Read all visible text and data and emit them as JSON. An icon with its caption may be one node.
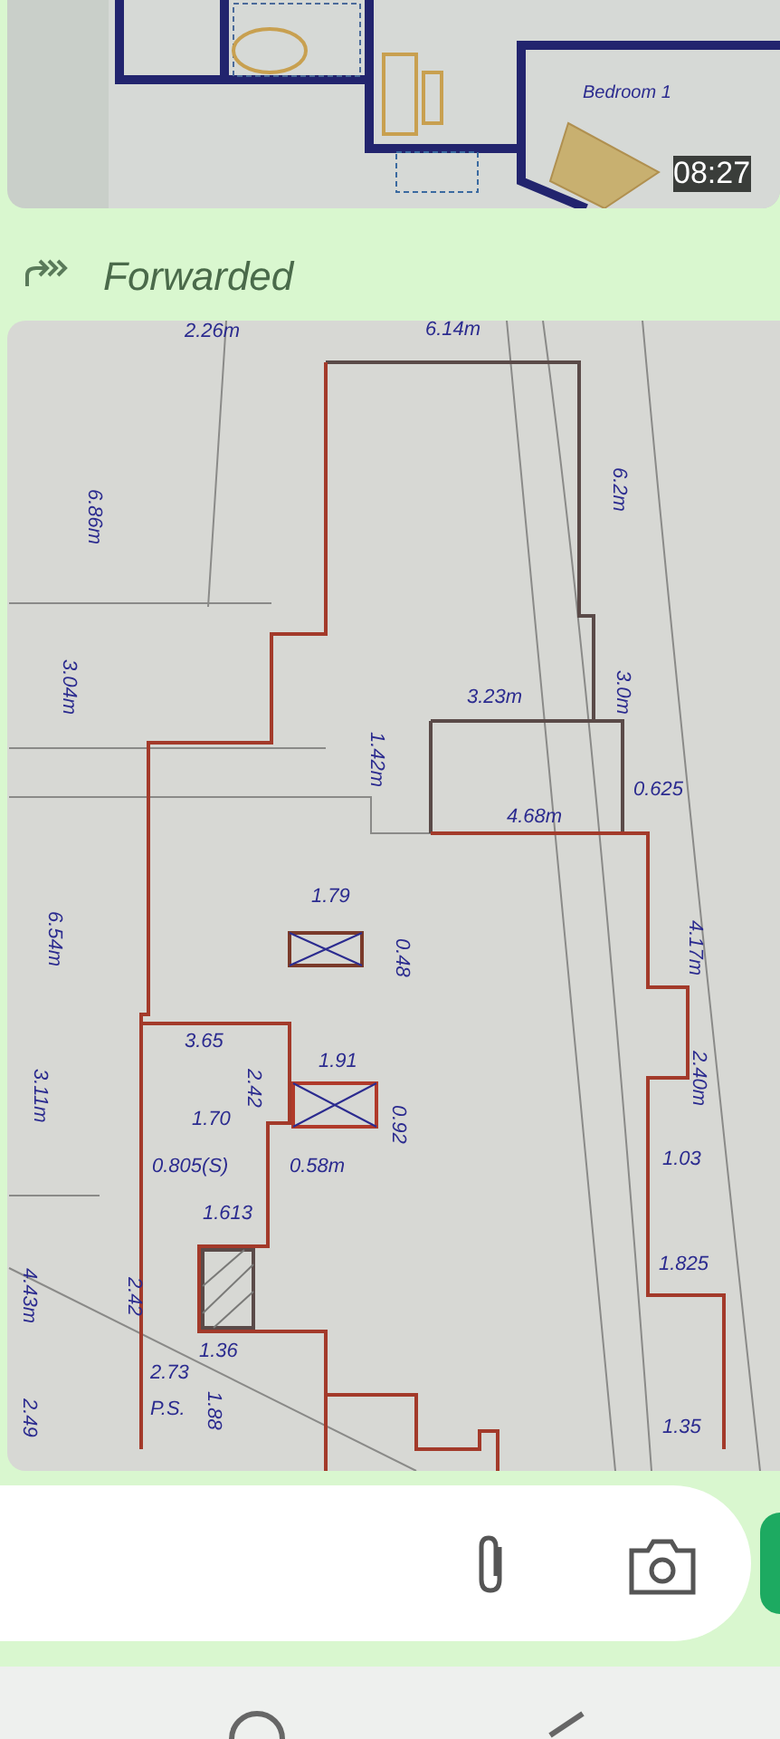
{
  "diagram": {
    "labels": [
      "Bedroom 1",
      "08:27",
      "Forwarded",
      "2.26m",
      "6.14m",
      "6.86m",
      "6.2m",
      "3.04m",
      "3.23m",
      "3.0m",
      "1.42m",
      "4.68m",
      "0.625",
      "4.17m",
      "6.54m",
      "1.79",
      "0.48",
      "2.40m",
      "3.11m",
      "3.65",
      "1.91",
      "2.42",
      "1.70",
      "0.92",
      "0.805(S)",
      "0.58m",
      "1.03",
      "1.613",
      "2.42",
      "1.36",
      "1.825",
      "4.43m",
      "2.49",
      "2.73",
      "P.S.",
      "1.88",
      "1.35"
    ]
  }
}
